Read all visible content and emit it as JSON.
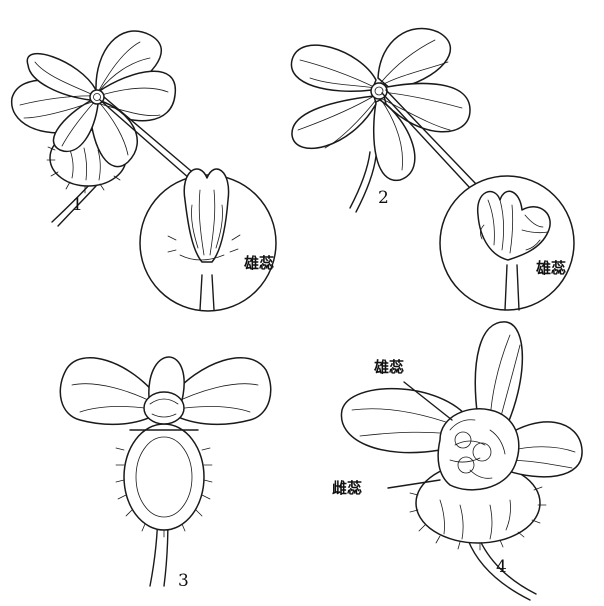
{
  "figure": {
    "panels": [
      {
        "number": "1",
        "inset_label": "雄蕊"
      },
      {
        "number": "2",
        "inset_label": "雄蕊"
      },
      {
        "number": "3"
      },
      {
        "number": "4",
        "labels": [
          "雄蕊",
          "雌蕊"
        ]
      }
    ]
  }
}
